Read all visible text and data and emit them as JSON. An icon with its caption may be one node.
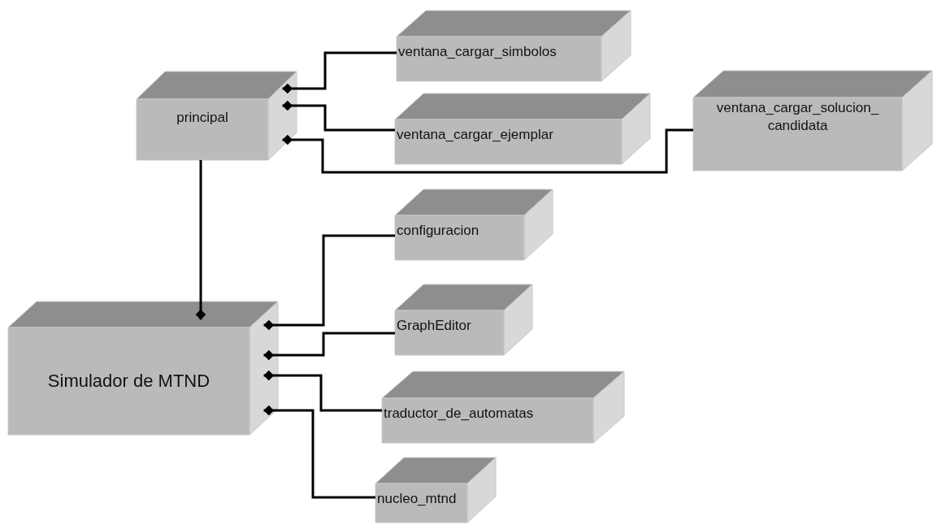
{
  "diagram": {
    "nodes": [
      {
        "text": [
          "principal"
        ]
      },
      {
        "text": [
          "ventana_cargar_simbolos"
        ]
      },
      {
        "text": [
          "ventana_cargar_ejemplar"
        ]
      },
      {
        "text": [
          "ventana_cargar_solucion_candidata"
        ]
      },
      {
        "text": [
          "Simulador de MTND"
        ]
      },
      {
        "text": [
          "configuracion"
        ]
      },
      {
        "text": [
          "GraphEditor"
        ]
      },
      {
        "text": [
          "traductor_de_automatas"
        ]
      },
      {
        "text": [
          "nucleo_mtnd"
        ]
      }
    ],
    "edges": [
      {
        "from": 0,
        "to": 1,
        "arrow": "other"
      },
      {
        "from": 0,
        "to": 2,
        "arrow": "other"
      },
      {
        "from": 0,
        "to": 3,
        "arrow": "other"
      },
      {
        "from": 4,
        "to": 0,
        "arrow": "other"
      },
      {
        "from": 4,
        "to": 5,
        "arrow": "other"
      },
      {
        "from": 4,
        "to": 6,
        "arrow": "other"
      },
      {
        "from": 4,
        "to": 7,
        "arrow": "other"
      },
      {
        "from": 4,
        "to": 8,
        "arrow": "other"
      }
    ]
  }
}
